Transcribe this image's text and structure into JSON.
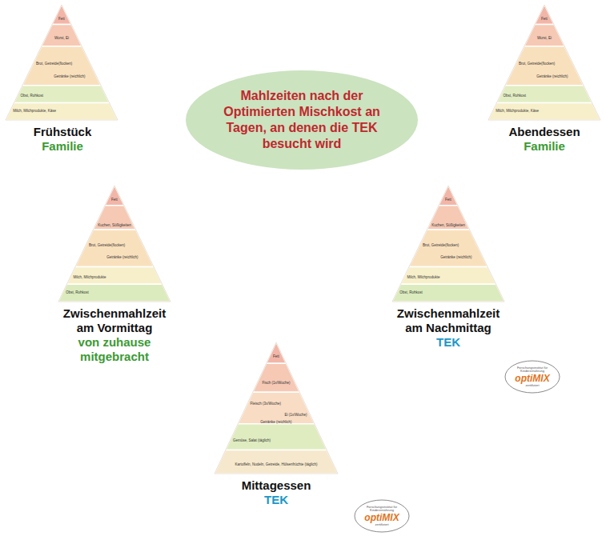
{
  "diagram": {
    "nodes": [
      {
        "text": [
          "Mahlzeiten nach der Optimierten Mischkost an Tagen, an denen die TEK besucht wird"
        ]
      },
      {
        "text": [
          "Forschungsinstitut für Kinderernährung",
          "optiMIX",
          "zertifiziert"
        ]
      },
      {
        "text": [
          "Forschungsinstitut für Kinderernährung",
          "optiMIX",
          "zertifiziert"
        ]
      }
    ],
    "labels": [
      "Frühstück",
      "Familie",
      "Abendessen",
      "Familie",
      "Zwischenmahlzeit am Vormittag",
      "von zuhause mitgebracht",
      "Zwischenmahlzeit am Nachmittag",
      "TEK",
      "Mittagessen",
      "TEK",
      "Fett",
      "Wurst, Ei",
      "Brot, Getreide(flocken)",
      "Getränke (reichlich)",
      "Obst, Rohkost",
      "Milch, Milchprodukte, Käse",
      "Fett",
      "Wurst, Ei",
      "Brot, Getreide(flocken)",
      "Getränke (reichlich)",
      "Obst, Rohkost",
      "Milch, Milchprodukte, Käse",
      "Fett",
      "Kuchen, Süßigkeiten",
      "Brot, Getreide(flocken)",
      "Getränke (reichlich)",
      "Milch, Milchprodukte",
      "Obst, Rohkost",
      "Fett",
      "Kuchen, Süßigkeiten",
      "Brot, Getreide(flocken)",
      "Getränke (reichlich)",
      "Milch, Milchprodukte",
      "Obst, Rohkost",
      "Fett",
      "Fisch (1x/Woche)",
      "Fleisch (3x/Woche)",
      "Ei (1x/Woche)",
      "Getränke (reichlich)",
      "Gemüse, Salat (täglich)",
      "Kartoffeln, Nudeln, Getreide, Hülsenfrüchte (täglich)"
    ]
  }
}
